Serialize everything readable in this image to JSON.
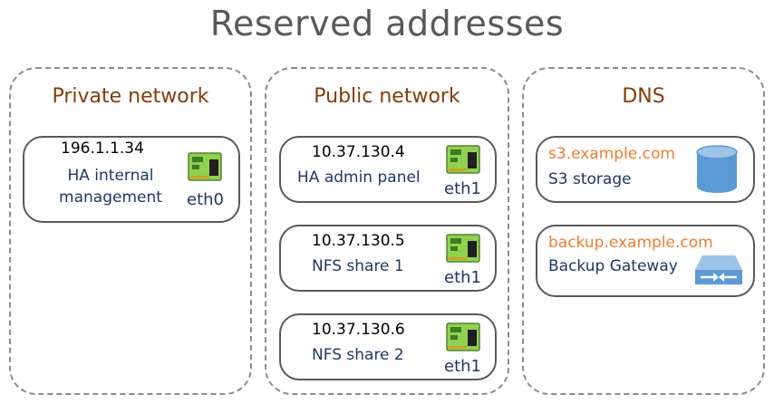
{
  "title": "Reserved addresses",
  "private": {
    "title": "Private network",
    "card": {
      "ip": "196.1.1.34",
      "label_line1": "HA internal",
      "label_line2": "management",
      "iface": "eth0",
      "icon": "network-card-icon"
    }
  },
  "public": {
    "title": "Public network",
    "cards": [
      {
        "ip": "10.37.130.4",
        "label": "HA admin panel",
        "iface": "eth1",
        "icon": "network-card-icon"
      },
      {
        "ip": "10.37.130.5",
        "label": "NFS share 1",
        "iface": "eth1",
        "icon": "network-card-icon"
      },
      {
        "ip": "10.37.130.6",
        "label": "NFS share 2",
        "iface": "eth1",
        "icon": "network-card-icon"
      }
    ]
  },
  "dns": {
    "title": "DNS",
    "cards": [
      {
        "host": "s3.example.com",
        "label": "S3 storage",
        "icon": "database-cylinder-icon"
      },
      {
        "host": "backup.example.com",
        "label": "Backup Gateway",
        "icon": "gateway-switch-icon"
      }
    ]
  },
  "colors": {
    "section_title": "#843c0c",
    "label": "#1f3864",
    "hostname": "#ed7d31",
    "nic_green": "#92d050",
    "storage_blue": "#5b9bd5"
  }
}
